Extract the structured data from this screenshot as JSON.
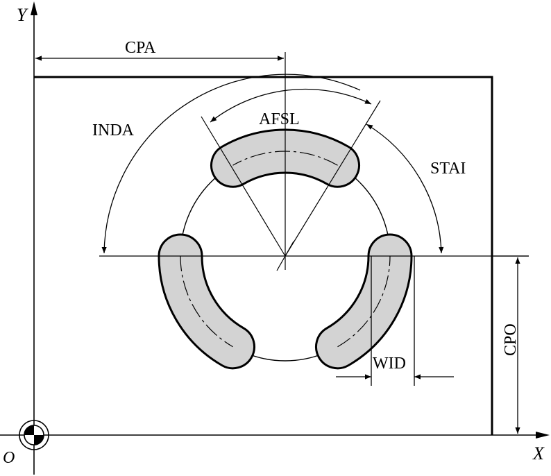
{
  "labels": {
    "y_axis": "Y",
    "x_axis": "X",
    "origin": "O",
    "cpa": "CPA",
    "cpo": "CPO",
    "afsl": "AFSL",
    "inda": "INDA",
    "stai": "STAI",
    "wid": "WID"
  },
  "colors": {
    "line": "#000000",
    "slot_fill": "#d3d3d3",
    "background": "#ffffff"
  },
  "slots": {
    "count": 3,
    "start_angle_deg": 90,
    "index_angle_deg": 120
  }
}
